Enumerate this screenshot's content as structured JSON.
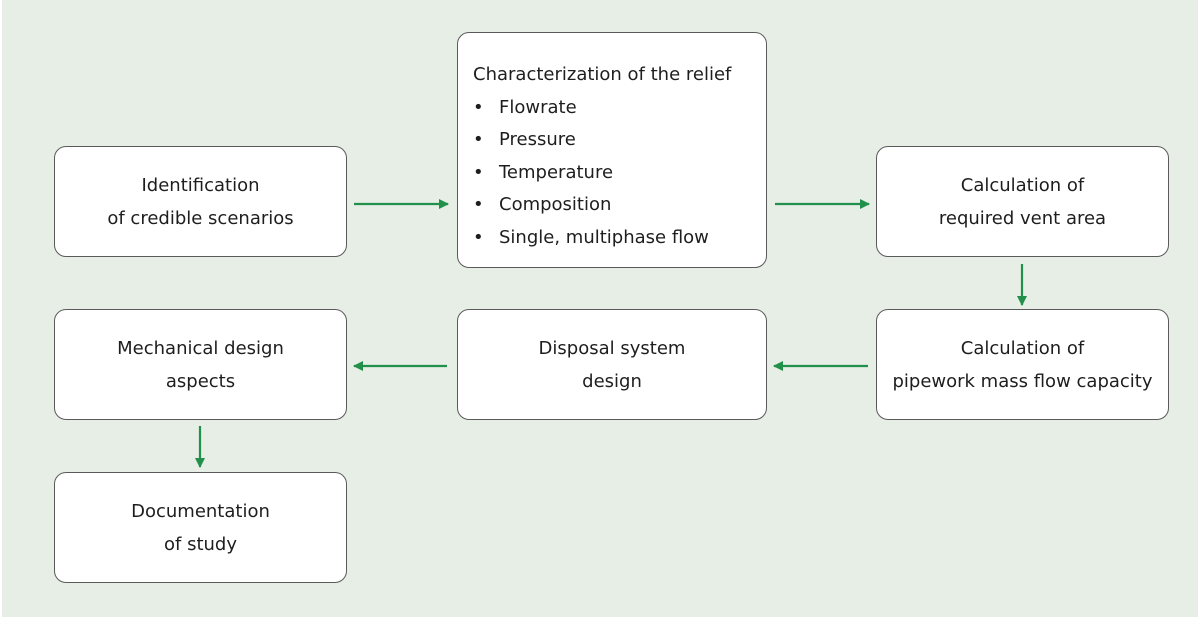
{
  "diagram": {
    "colors": {
      "background": "#e6eee6",
      "box_fill": "#ffffff",
      "box_border": "#5a5a5a",
      "arrow": "#21904a",
      "text": "#1e1e1e"
    },
    "nodes": {
      "identification": {
        "line1": "Identification",
        "line2": "of credible scenarios"
      },
      "characterization": {
        "heading": "Characterization of the relief",
        "items": [
          "Flowrate",
          "Pressure",
          "Temperature",
          "Composition",
          "Single, multiphase flow"
        ]
      },
      "vent_area": {
        "line1": "Calculation of",
        "line2": "required vent area"
      },
      "mass_flow": {
        "line1": "Calculation of",
        "line2": "pipework mass flow capacity"
      },
      "disposal": {
        "line1": "Disposal system",
        "line2": "design"
      },
      "mechanical": {
        "line1": "Mechanical design",
        "line2": "aspects"
      },
      "documentation": {
        "line1": "Documentation",
        "line2": "of study"
      }
    },
    "edges": [
      {
        "from": "identification",
        "to": "characterization"
      },
      {
        "from": "characterization",
        "to": "vent_area"
      },
      {
        "from": "vent_area",
        "to": "mass_flow"
      },
      {
        "from": "mass_flow",
        "to": "disposal"
      },
      {
        "from": "disposal",
        "to": "mechanical"
      },
      {
        "from": "mechanical",
        "to": "documentation"
      }
    ]
  }
}
